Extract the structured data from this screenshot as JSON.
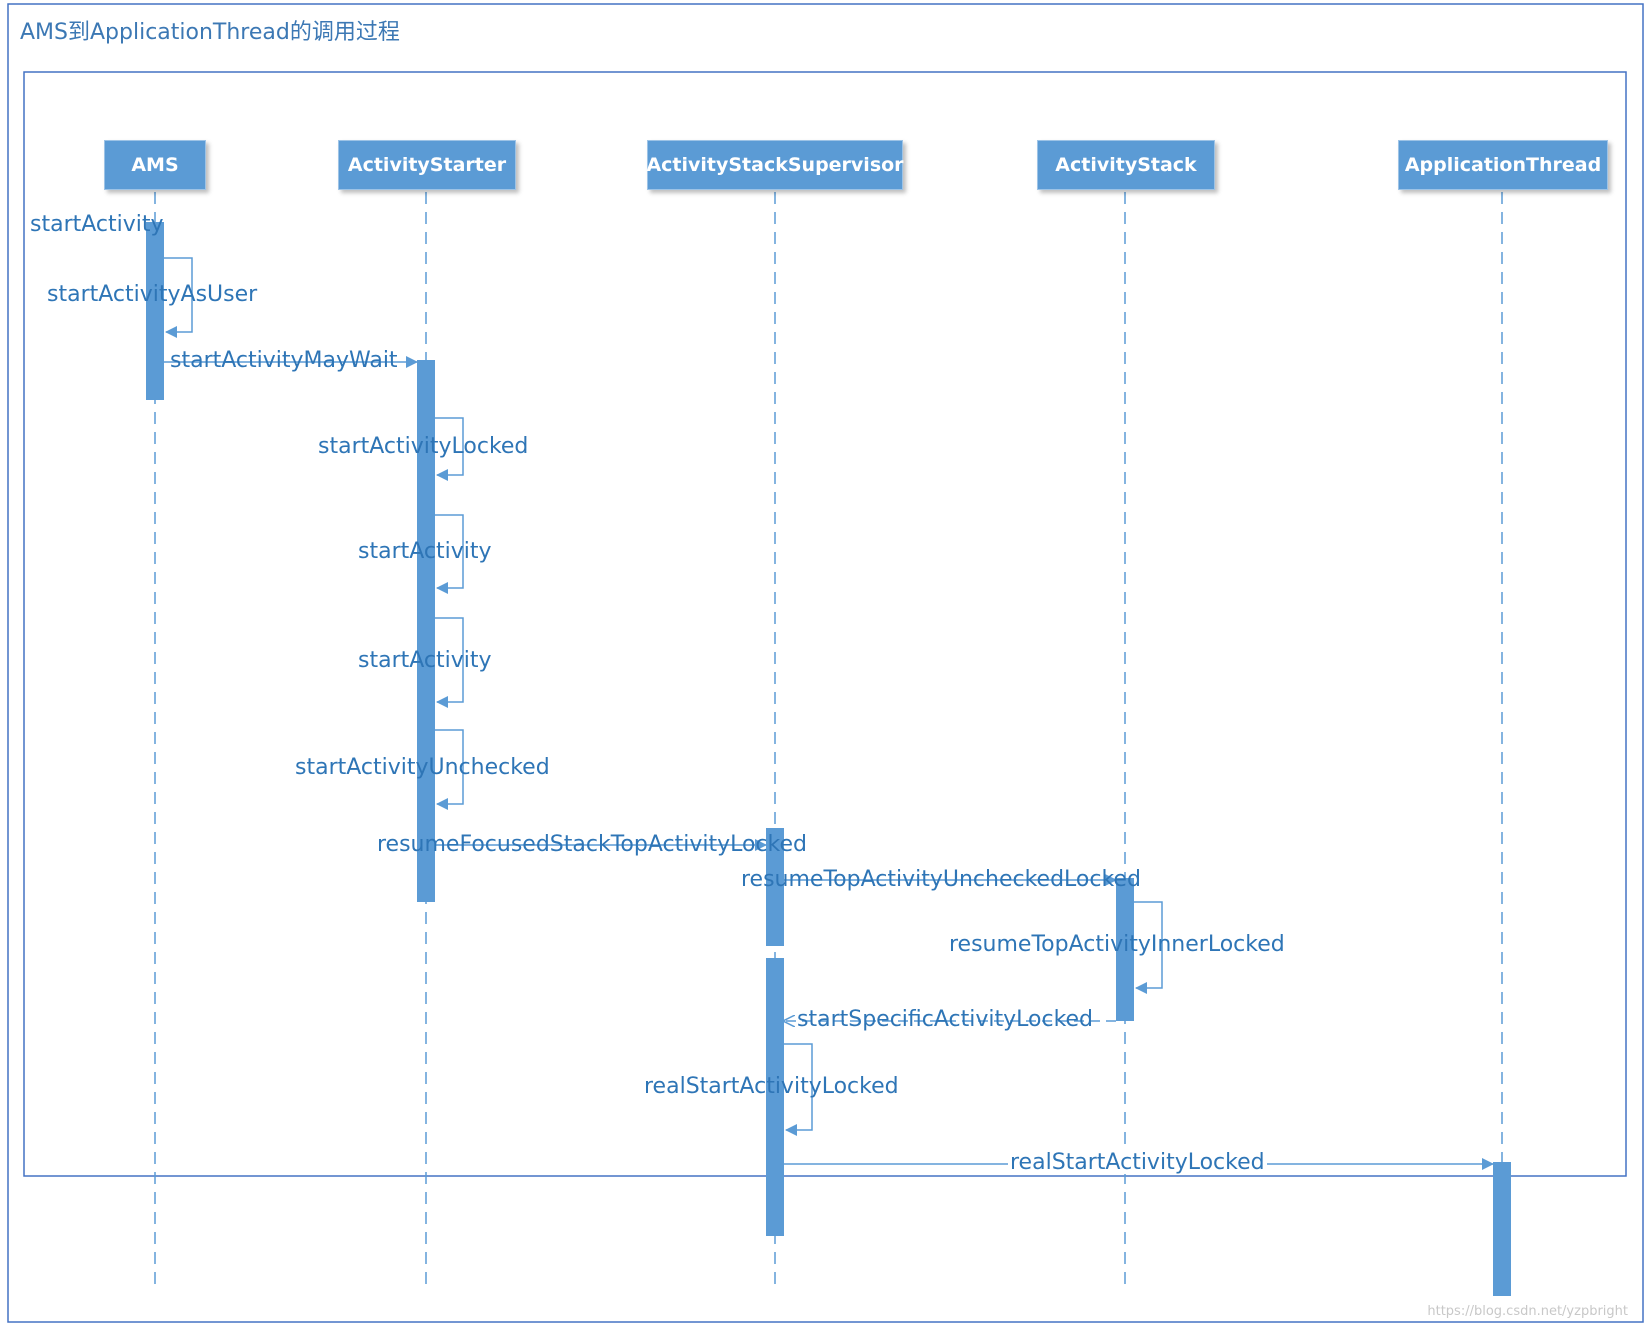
{
  "frame": {
    "title": "AMS到ApplicationThread的调用过程"
  },
  "watermark": "https://blog.csdn.net/yzpbright",
  "participants": [
    {
      "id": "ams",
      "label": "AMS"
    },
    {
      "id": "activity-starter",
      "label": "ActivityStarter"
    },
    {
      "id": "activity-stack-supervisor",
      "label": "ActivityStackSupervisor"
    },
    {
      "id": "activity-stack",
      "label": "ActivityStack"
    },
    {
      "id": "application-thread",
      "label": "ApplicationThread"
    }
  ],
  "messages": [
    {
      "id": "m1",
      "label": "startActivity"
    },
    {
      "id": "m2",
      "label": "startActivityAsUser"
    },
    {
      "id": "m3",
      "label": "startActivityMayWait"
    },
    {
      "id": "m4",
      "label": "startActivityLocked"
    },
    {
      "id": "m5",
      "label": "startActivity"
    },
    {
      "id": "m6",
      "label": "startActivity"
    },
    {
      "id": "m7",
      "label": "startActivityUnchecked"
    },
    {
      "id": "m8",
      "label": "resumeFocusedStackTopActivityLocked"
    },
    {
      "id": "m9",
      "label": "resumeTopActivityUncheckedLocked"
    },
    {
      "id": "m10",
      "label": "resumeTopActivityInnerLocked"
    },
    {
      "id": "m11",
      "label": "startSpecificActivityLocked"
    },
    {
      "id": "m12",
      "label": "realStartActivityLocked"
    },
    {
      "id": "m13",
      "label": "realStartActivityLocked"
    }
  ],
  "colors": {
    "accent": "#5b9bd5",
    "text": "#2e75b6",
    "frame": "#4472c4"
  }
}
